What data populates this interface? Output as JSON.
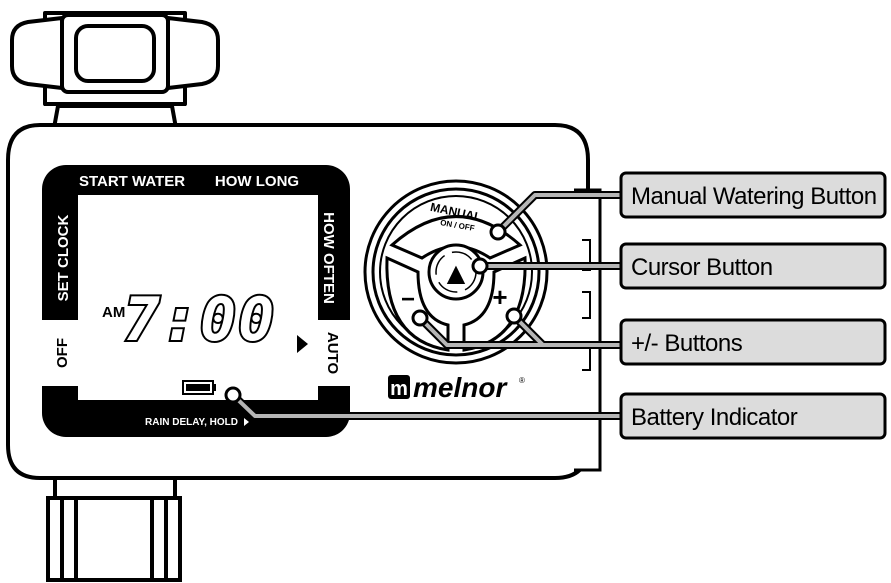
{
  "device": {
    "brand": "melnor",
    "brand_mark": "m",
    "registered": "®"
  },
  "lcd": {
    "top_labels": {
      "start_water": "START WATER",
      "how_long": "HOW LONG"
    },
    "left_labels": {
      "set_clock": "SET CLOCK",
      "off": "OFF"
    },
    "right_labels": {
      "how_often": "HOW OFTEN",
      "auto": "AUTO"
    },
    "am_pm": "AM",
    "time": "7:00",
    "bottom_label": "RAIN DELAY, HOLD",
    "battery_level": 1.0
  },
  "keypad": {
    "manual_label": "MANUAL",
    "manual_sub": "ON / OFF",
    "minus": "−",
    "plus": "+",
    "cursor_symbol": "▲"
  },
  "callouts": [
    {
      "id": "manual",
      "label": "Manual Watering Button"
    },
    {
      "id": "cursor",
      "label": "Cursor Button"
    },
    {
      "id": "plusminus",
      "label": "+/- Buttons"
    },
    {
      "id": "battery",
      "label": "Battery Indicator"
    }
  ],
  "colors": {
    "outline": "#000000",
    "callout_fill": "#dcdcdc",
    "leader": "#b5b5b5",
    "lcd_bg": "#ffffff"
  }
}
